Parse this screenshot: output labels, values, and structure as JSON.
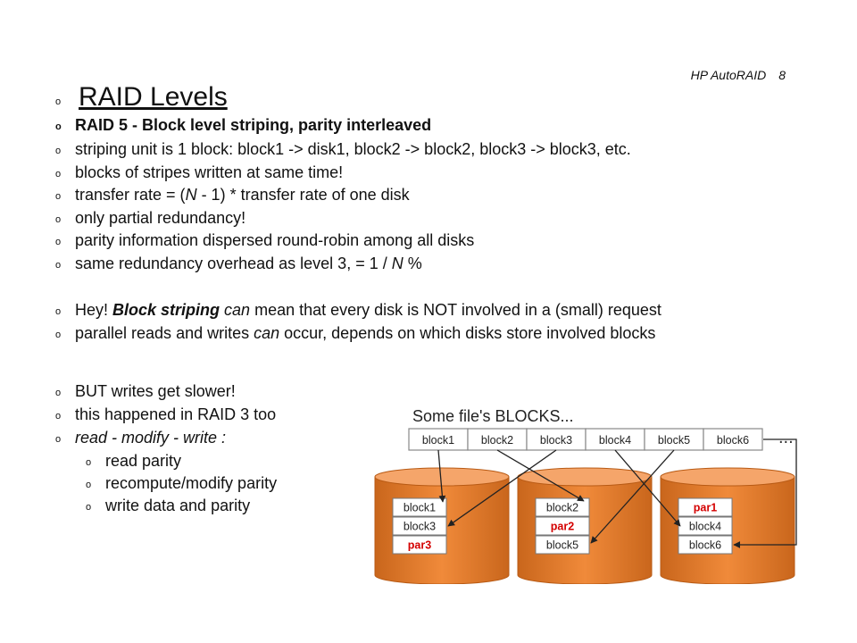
{
  "header": {
    "title": "HP AutoRAID",
    "page": "8"
  },
  "slide_title": "RAID Levels",
  "bullets": {
    "b1": "RAID 5 - Block level striping, parity interleaved",
    "b2": "striping unit is 1 block:  block1 -> disk1, block2 -> block2, block3 -> block3, etc.",
    "b3": "blocks of stripes written at same time!",
    "b4": {
      "pre": "transfer rate = (",
      "n": "N",
      "post": " - 1) * transfer rate of one disk"
    },
    "b5": "only partial redundancy!",
    "b6": "parity information dispersed round-robin among all disks",
    "b7": {
      "pre": "same redundancy overhead as level 3, = 1 / ",
      "n": "N",
      "post": " %"
    },
    "b8": {
      "pre": "Hey! ",
      "strong": "Block striping",
      "mid1": " ",
      "can": "can",
      "post": " mean that every disk is NOT involved in a (small) request"
    },
    "b9": {
      "pre": "parallel reads and writes ",
      "can": "can",
      "post": " occur, depends on which disks store involved blocks"
    },
    "b10": "BUT writes get slower!",
    "b11": "this happened in RAID 3 too",
    "b12": "read - modify - write :",
    "s1": "read parity",
    "s2": "recompute/modify parity",
    "s3": "write data and parity"
  },
  "diagram": {
    "title": "Some file's BLOCKS...",
    "ellipsis": "...",
    "file_blocks": [
      "block1",
      "block2",
      "block3",
      "block4",
      "block5",
      "block6"
    ],
    "disks": [
      {
        "rows": [
          "block1",
          "block3",
          "par3"
        ],
        "parity_row": 2
      },
      {
        "rows": [
          "block2",
          "par2",
          "block5"
        ],
        "parity_row": 1
      },
      {
        "rows": [
          "par1",
          "block4",
          "block6"
        ],
        "parity_row": 0
      }
    ],
    "colors": {
      "disk": "#e07a2c",
      "disk_dark": "#b85a14",
      "parity": "#d40000",
      "box_fill": "#ffffff",
      "box_stroke": "#777777"
    }
  }
}
